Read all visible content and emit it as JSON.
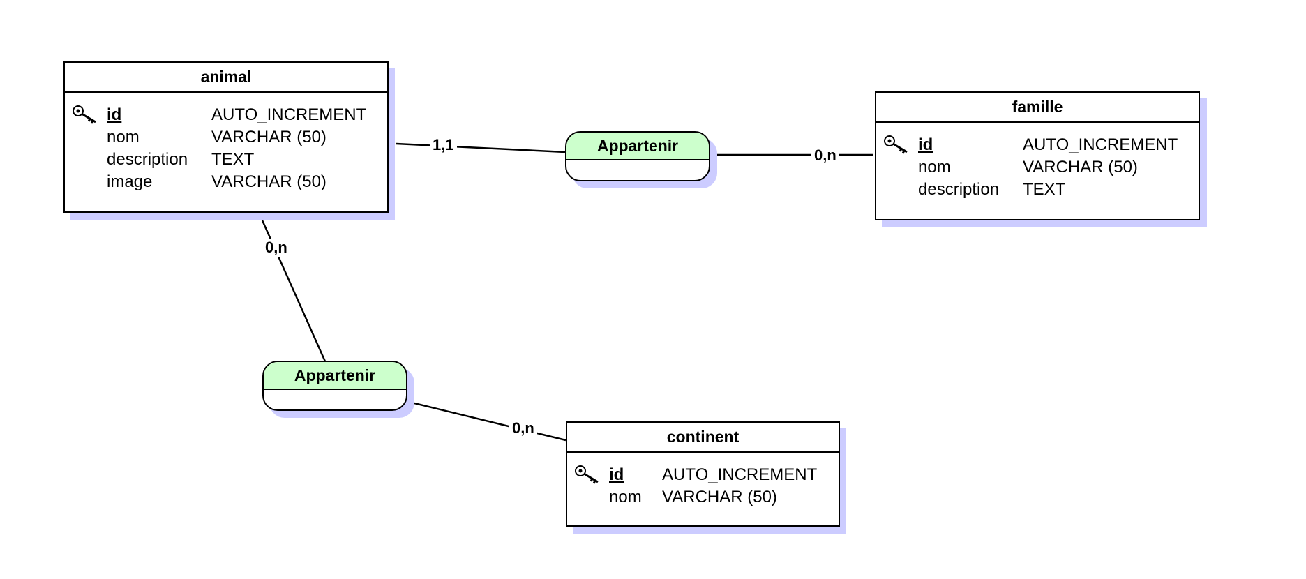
{
  "colors": {
    "shadow": "#ccccff",
    "association_fill": "#ccffcc",
    "line": "#000000"
  },
  "entities": {
    "animal": {
      "title": "animal",
      "fields": [
        {
          "name": "id",
          "type": "AUTO_INCREMENT",
          "primary_key": true,
          "icon": "key-icon"
        },
        {
          "name": "nom",
          "type": "VARCHAR (50)"
        },
        {
          "name": "description",
          "type": "TEXT"
        },
        {
          "name": "image",
          "type": "VARCHAR (50)"
        }
      ]
    },
    "famille": {
      "title": "famille",
      "fields": [
        {
          "name": "id",
          "type": "AUTO_INCREMENT",
          "primary_key": true,
          "icon": "key-icon"
        },
        {
          "name": "nom",
          "type": "VARCHAR (50)"
        },
        {
          "name": "description",
          "type": "TEXT"
        }
      ]
    },
    "continent": {
      "title": "continent",
      "fields": [
        {
          "name": "id",
          "type": "AUTO_INCREMENT",
          "primary_key": true,
          "icon": "key-icon"
        },
        {
          "name": "nom",
          "type": "VARCHAR (50)"
        }
      ]
    }
  },
  "associations": {
    "animal_famille": {
      "name": "Appartenir",
      "card_animal": "1,1",
      "card_famille": "0,n"
    },
    "animal_continent": {
      "name": "Appartenir",
      "card_animal": "0,n",
      "card_continent": "0,n"
    }
  }
}
